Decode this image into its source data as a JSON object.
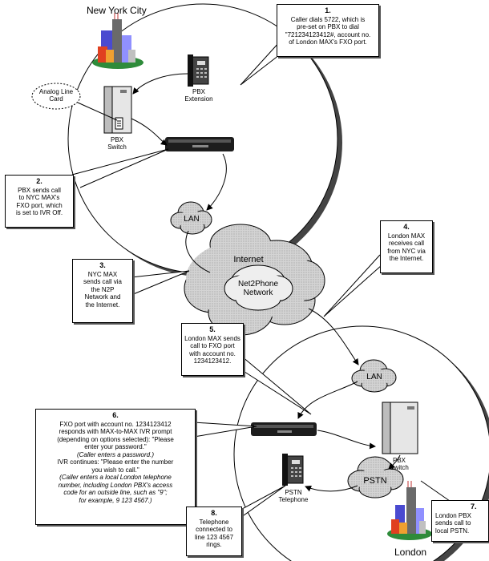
{
  "cities": {
    "nyc": "New York City",
    "london": "London"
  },
  "labels": {
    "analog_line_card": [
      "Analog Line",
      "Card"
    ],
    "pbx_extension": [
      "PBX",
      "Extension"
    ],
    "pbx_switch_nyc": [
      "PBX",
      "Switch"
    ],
    "pbx_switch_london": [
      "PBX",
      "Switch"
    ],
    "pstn_telephone": [
      "PSTN",
      "Telephone"
    ],
    "lan_nyc": "LAN",
    "lan_london": "LAN",
    "internet": "Internet",
    "n2p": [
      "Net2Phone",
      "Network"
    ],
    "pstn": "PSTN"
  },
  "steps": [
    {
      "num": "1.",
      "lines": [
        "Caller dials 5722, which is",
        "pre-set on PBX to dial",
        "\"721234123412#, account no.",
        "of London MAX's FXO port."
      ]
    },
    {
      "num": "2.",
      "lines": [
        "PBX sends call",
        "to NYC MAX's",
        "FXO port, which",
        "is set to IVR Off."
      ]
    },
    {
      "num": "3.",
      "lines": [
        "NYC MAX",
        "sends call via",
        "the N2P",
        "Network and",
        "the Internet."
      ]
    },
    {
      "num": "4.",
      "lines": [
        "London MAX",
        "receives call",
        "from NYC via",
        "the Internet."
      ]
    },
    {
      "num": "5.",
      "lines": [
        "London MAX sends",
        "call to FXO port",
        "with account no.",
        "1234123412."
      ]
    },
    {
      "num": "6.",
      "lines": [
        "FXO port with account no. 1234123412",
        "responds with MAX-to-MAX IVR  prompt",
        "(depending on options selected): \"Please",
        "enter your password.\""
      ],
      "italic_1": "(Caller enters a password.)",
      "lines_2": [
        "IVR continues: \"Please enter the number",
        "you wish to call.\""
      ],
      "italic_2": [
        "(Caller enters a local London telephone",
        "number, including London PBX's access",
        "code for an outside line, such as \"9\";",
        "for example, 9 123 4567.)"
      ]
    },
    {
      "num": "7.",
      "lines": [
        "London PBX",
        "sends call to",
        "local PSTN."
      ]
    },
    {
      "num": "8.",
      "lines": [
        "Telephone",
        "connected to",
        "line 123 4567",
        "rings."
      ]
    }
  ]
}
